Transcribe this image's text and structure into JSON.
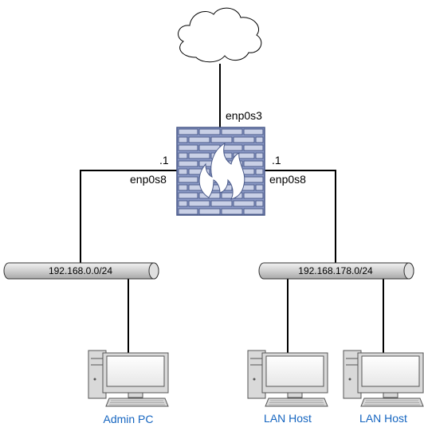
{
  "firewall": {
    "wan_interface": "enp0s3",
    "left_interface": "enp0s8",
    "right_interface": "enp0s8",
    "left_address": ".1",
    "right_address": ".1"
  },
  "networks": {
    "left": "192.168.0.0/24",
    "right": "192.168.178.0/24"
  },
  "hosts": {
    "admin": "Admin PC",
    "lan1": "LAN Host",
    "lan2": "LAN Host"
  },
  "colors": {
    "firewall_fill": "#8e9cc8",
    "firewall_stroke": "#4a5a8a",
    "pipe_fill": "#d6d6d6",
    "pc_fill": "#d9d9d9",
    "host_label": "#1565c0"
  }
}
